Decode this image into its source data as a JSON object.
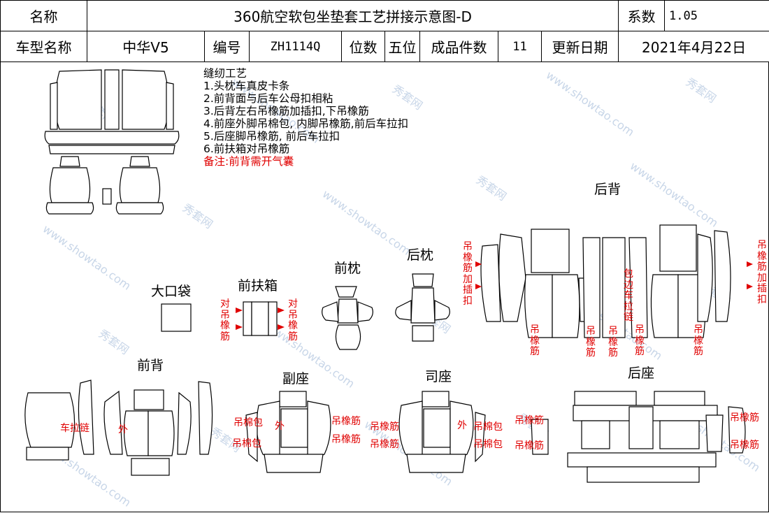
{
  "header": {
    "name_label": "名称",
    "title": "360航空软包坐垫套工艺拼接示意图-D",
    "coef_label": "系数",
    "coef_value": "1.05",
    "model_label": "车型名称",
    "model_value": "中华V5",
    "code_label": "编号",
    "code_value": "ZH1114Q",
    "seats_label": "位数",
    "seats_value": "五位",
    "pieces_label": "成品件数",
    "pieces_value": "11",
    "date_label": "更新日期",
    "date_value": "2021年4月22日"
  },
  "notes": {
    "heading": "缝纫工艺",
    "items": [
      "1.头枕车真皮卡条",
      "2.前背面与后车公母扣相粘",
      "3.后背左右吊橡筋加插扣,下吊橡筋",
      "4.前座外脚吊棉包, 内脚吊橡筋,前后车拉扣",
      "5.后座脚吊橡筋, 前后车拉扣",
      "6.前扶箱对吊橡筋"
    ],
    "remark": "备注:前背需开气囊"
  },
  "sections": {
    "bag": "大口袋",
    "front_armrest": "前扶箱",
    "front_pillow": "前枕",
    "rear_pillow": "后枕",
    "rear_back": "后背",
    "front_back": "前背",
    "passenger_seat": "副座",
    "driver_seat": "司座",
    "rear_seat": "后座"
  },
  "annotations": {
    "dui_diao_xiangjin": "对吊橡筋",
    "diao_xiangjin_jia_chakou": "吊橡筋加插扣",
    "diao_xiangjin": "吊橡筋",
    "bao_bian_che_lalian": "包边车拉链",
    "che_lalian": "车拉链",
    "wai": "外",
    "diao_mianbao": "吊棉包"
  },
  "watermark": {
    "text_cn": "秀套网",
    "text_url": "www.showtao.com"
  },
  "colors": {
    "annotation_red": "#e00000",
    "line": "#000000",
    "watermark": "#c8d6e8"
  }
}
